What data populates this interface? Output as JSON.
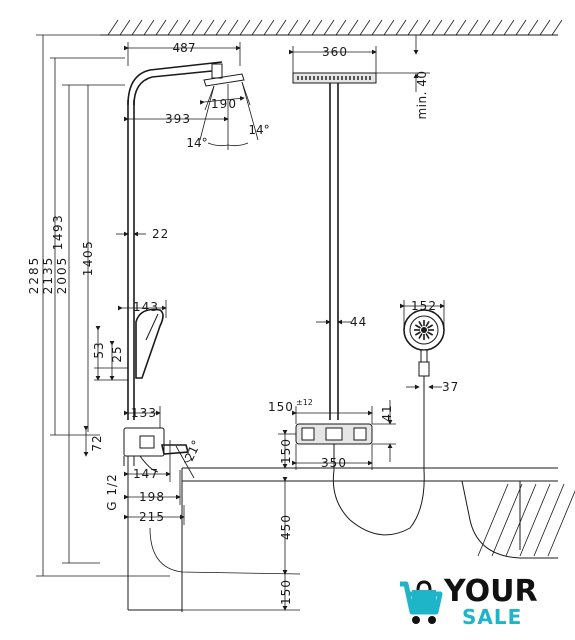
{
  "drawing": {
    "dimensions": {
      "d487": "487",
      "d360": "360",
      "d190": "190",
      "d393": "393",
      "a14_left": "14°",
      "a14_right": "14°",
      "min40": "min. 40",
      "d22": "22",
      "d143": "143",
      "d53": "53",
      "d25": "25",
      "d133": "133",
      "d72": "72",
      "d147": "147",
      "a21": "21°",
      "g12": "G 1/2",
      "d198": "198",
      "d215": "215",
      "d44": "44",
      "d152": "152",
      "d37": "37",
      "d150_12": "150",
      "tol_12": "±12",
      "d41": "41",
      "d150_mix": "150",
      "d350": "350",
      "d450": "450",
      "d150_floor": "150",
      "v2285": "2285",
      "v2135": "2135",
      "v2005": "2005",
      "v1493": "1493",
      "v1405": "1405"
    }
  },
  "logo": {
    "word_top": "YOUR",
    "word_bottom": "SALE",
    "colors": {
      "dark": "#111111",
      "accent": "#1fb5c9"
    }
  }
}
